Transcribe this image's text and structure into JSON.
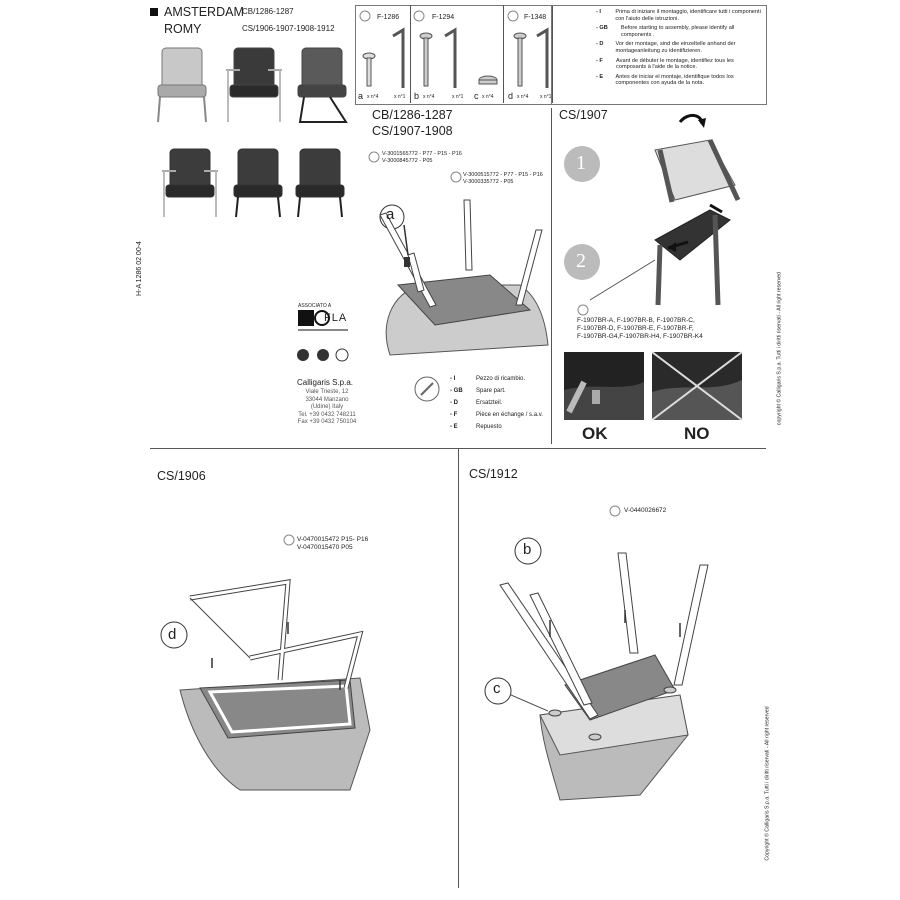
{
  "header": {
    "model1": "AMSTERDAM",
    "model1_codes": "CB/1286-1287",
    "model2": "ROMY",
    "model2_codes": "CS/1906-1907-1908-1912"
  },
  "side_code": "H-A 1286 02 00-4",
  "hardware": [
    {
      "code": "F-1286",
      "items": [
        {
          "letter": "a",
          "qty": "x n°4"
        },
        {
          "letter": "",
          "qty": "x n°1"
        }
      ]
    },
    {
      "code": "F-1294",
      "items": [
        {
          "letter": "b",
          "qty": "x n°4"
        },
        {
          "letter": "",
          "qty": "x n°1"
        },
        {
          "letter": "c",
          "qty": "x n°4"
        }
      ]
    },
    {
      "code": "F-1348",
      "items": [
        {
          "letter": "d",
          "qty": "x n°4"
        },
        {
          "letter": "",
          "qty": "x n°1"
        }
      ]
    }
  ],
  "instructions": [
    {
      "lang": "- I",
      "text": "Prima di iniziare il montaggio, identificare tutti i componenti con l'aiuto delle istruzioni."
    },
    {
      "lang": "- GB",
      "text": "Before starting to assembly, please identify all components ."
    },
    {
      "lang": "- D",
      "text": "Vor der montage, sind die einzeltelle anhand der montageanleitung zu identifizieren."
    },
    {
      "lang": "- F",
      "text": "Avant de débuter le montage, identifiez tous les composants à l'aide de la notice."
    },
    {
      "lang": "- E",
      "text": "Antes de iniciar el montaje, identifique todos los componentes con ayuda de la nota."
    }
  ],
  "section_cb": {
    "title1": "CB/1286-1287",
    "title2": "CS/1907-1908",
    "part1": "V-3001565772 - P77 - P15 - P16",
    "part1b": "V-3000845772 - P05",
    "part2": "V-3000515772 - P77 - P15 - P16",
    "part2b": "V-3000335772 - P05",
    "callout": "a"
  },
  "section_1907": {
    "title": "CS/1907",
    "step1": "1",
    "step2": "2",
    "parts": [
      "F-1907BR-A, F-1907BR-B, F-1907BR-C,",
      "F-1907BR-D, F-1907BR-E, F-1907BR-F,",
      "F-1907BR-G4,F-1907BR-H4, F-1907BR-K4"
    ],
    "ok": "OK",
    "no": "NO"
  },
  "spare": [
    {
      "lang": "- I",
      "text": "Pezzo di ricambio."
    },
    {
      "lang": "- GB",
      "text": "Spare part."
    },
    {
      "lang": "- D",
      "text": "Ersatzteil."
    },
    {
      "lang": "- F",
      "text": "Pièce en échange / s.a.v."
    },
    {
      "lang": "- E",
      "text": "Repuesto"
    }
  ],
  "company": {
    "assoc": "ASSOCIATO A",
    "fla": "FLA",
    "name": "Calligaris S.p.a.",
    "lines": [
      "Viale Trieste, 12",
      "33044 Manzano",
      "(Udine) Italy",
      "Tel. +39 0432 748211",
      "Fax +39 0432 750104"
    ]
  },
  "copyright": "copyright © Calligaris S.p.a. Tutti i diritti riservati - All right reserved",
  "section_1906": {
    "title": "CS/1906",
    "part1": "V-0470015472 P15- P16",
    "part2": "V-0470015470 P05",
    "callout": "d"
  },
  "section_1912": {
    "title": "CS/1912",
    "part": "V-0440026672",
    "callout_b": "b",
    "callout_c": "c"
  },
  "copyright2": "Copyright © Calligaris S.p.a. Tutti i diritti riservati - All right reserved"
}
